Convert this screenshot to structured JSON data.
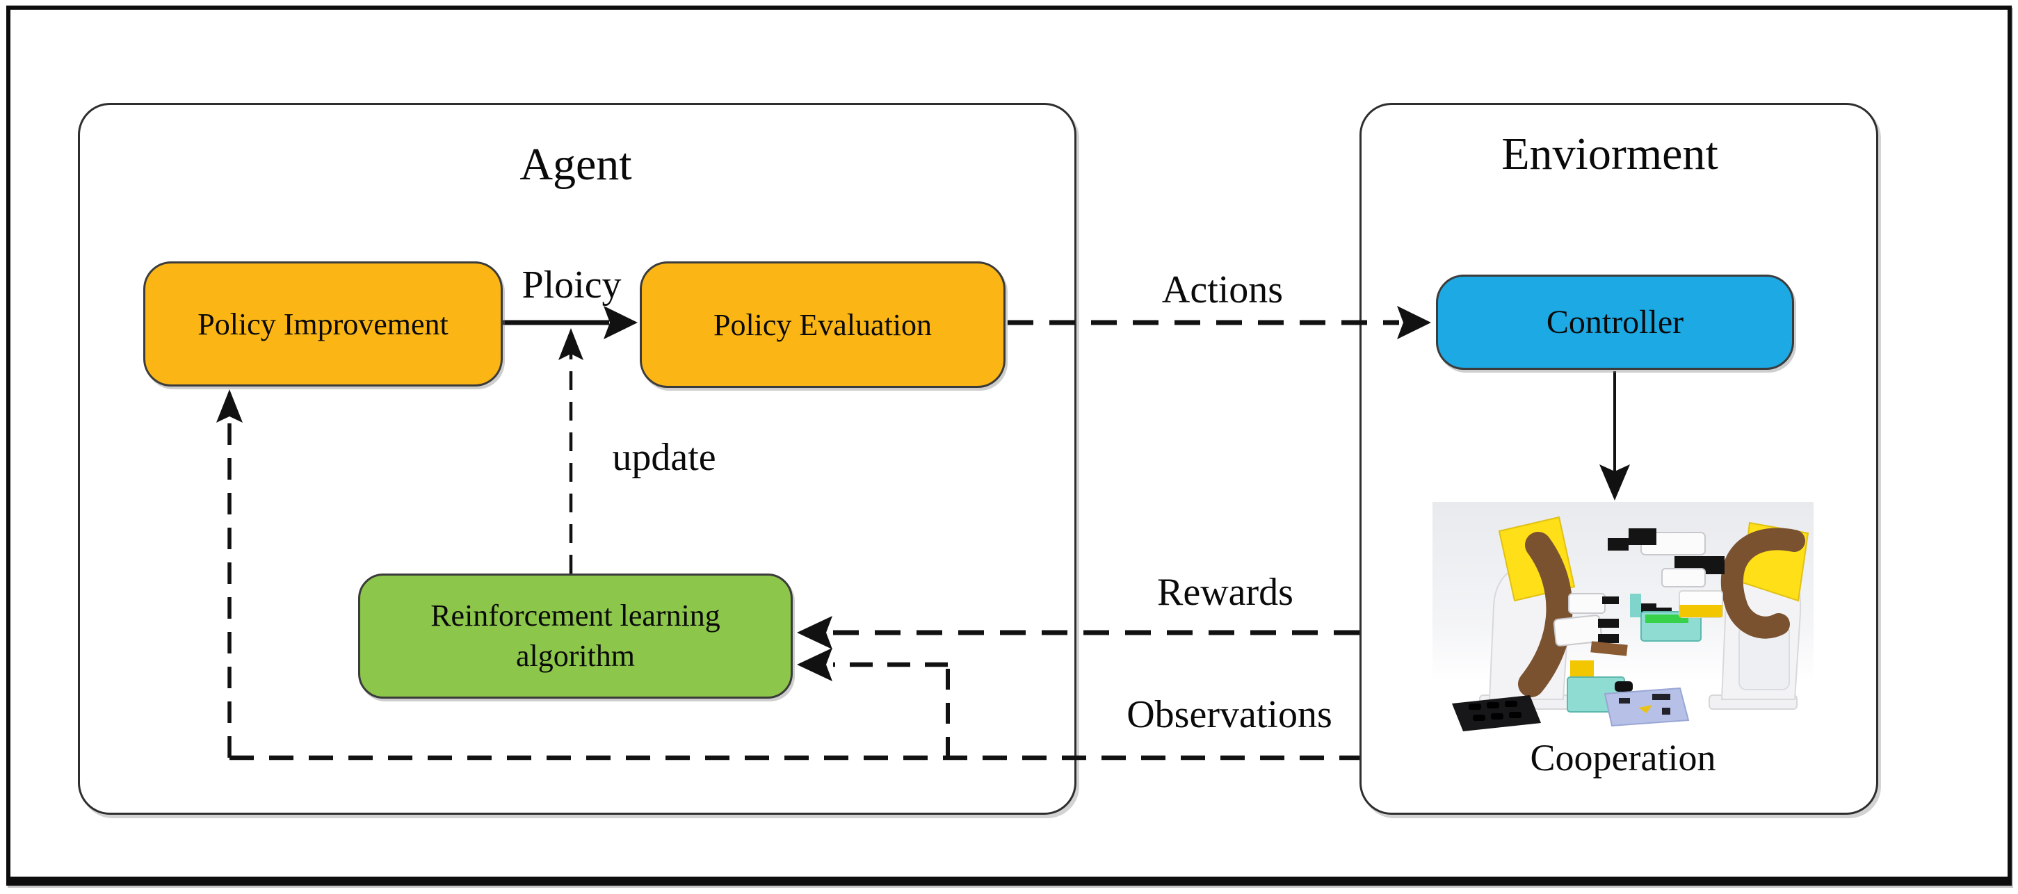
{
  "figure": {
    "agent": {
      "title": "Agent",
      "policy_improvement": "Policy Improvement",
      "policy_evaluation": "Policy Evaluation",
      "rl_algorithm_line1": "Reinforcement learning",
      "rl_algorithm_line2": "algorithm"
    },
    "environment": {
      "title": "Enviorment",
      "controller": "Controller",
      "cooperation": "Cooperation"
    },
    "edge_labels": {
      "policy": "Ploicy",
      "update": "update",
      "actions": "Actions",
      "rewards": "Rewards",
      "observations": "Observations"
    }
  },
  "colors": {
    "policy-box": "#FBB616",
    "rl-box": "#8CC64A",
    "controller-box": "#1CA9E4",
    "line": "#111111"
  }
}
